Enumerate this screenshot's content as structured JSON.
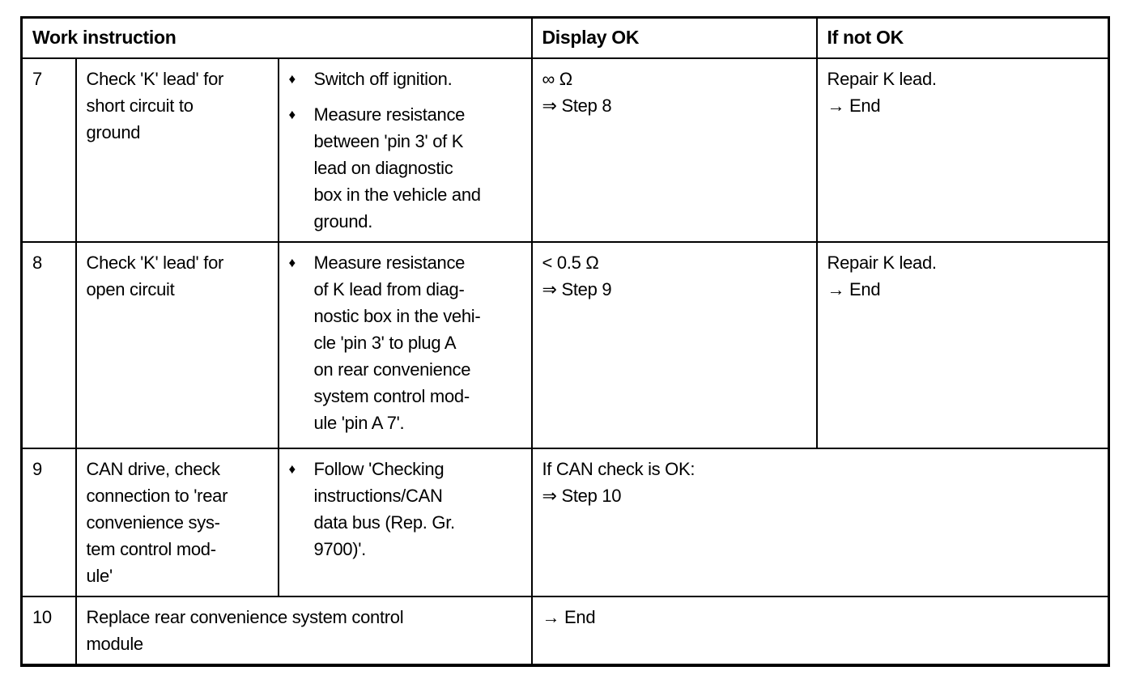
{
  "bullet_glyph": "♦",
  "table": {
    "headers": {
      "work_instruction": "Work instruction",
      "display_ok": "Display OK",
      "if_not_ok": "If not OK"
    },
    "rows": [
      {
        "step": "7",
        "task_lines": [
          "Check 'K' lead' for",
          "short circuit to",
          "ground"
        ],
        "actions": [
          {
            "lines": [
              "Switch off ignition."
            ]
          },
          {
            "lines": [
              "Measure resistance",
              "between 'pin 3' of K",
              "lead on diagnostic",
              "box in the vehicle and",
              "ground."
            ]
          }
        ],
        "display_ok_lines": [
          "∞ Ω",
          "⇒ Step 8"
        ],
        "if_not_ok_lines": [
          "Repair K lead.",
          "→ End"
        ]
      },
      {
        "step": "8",
        "task_lines": [
          "Check 'K' lead' for",
          "open circuit"
        ],
        "actions": [
          {
            "lines": [
              "Measure resistance",
              "of K lead from diag-",
              "nostic box in the vehi-",
              "cle 'pin 3' to plug A",
              "on rear convenience",
              "system control mod-",
              "ule 'pin A 7'."
            ]
          }
        ],
        "display_ok_lines": [
          "< 0.5 Ω",
          "⇒ Step 9"
        ],
        "if_not_ok_lines": [
          "Repair K lead.",
          "→ End"
        ]
      },
      {
        "step": "9",
        "task_lines": [
          "CAN drive, check",
          "connection to 'rear",
          "convenience sys-",
          "tem control mod-",
          "ule'"
        ],
        "actions": [
          {
            "lines": [
              "Follow 'Checking",
              "instructions/CAN",
              "data bus (Rep. Gr.",
              "9700)'."
            ]
          }
        ],
        "result_lines": [
          "If CAN check is OK:",
          "⇒ Step 10"
        ]
      },
      {
        "step": "10",
        "task_lines": [
          "Replace rear convenience system control",
          "module"
        ],
        "result_lines": [
          "→ End"
        ]
      }
    ]
  }
}
